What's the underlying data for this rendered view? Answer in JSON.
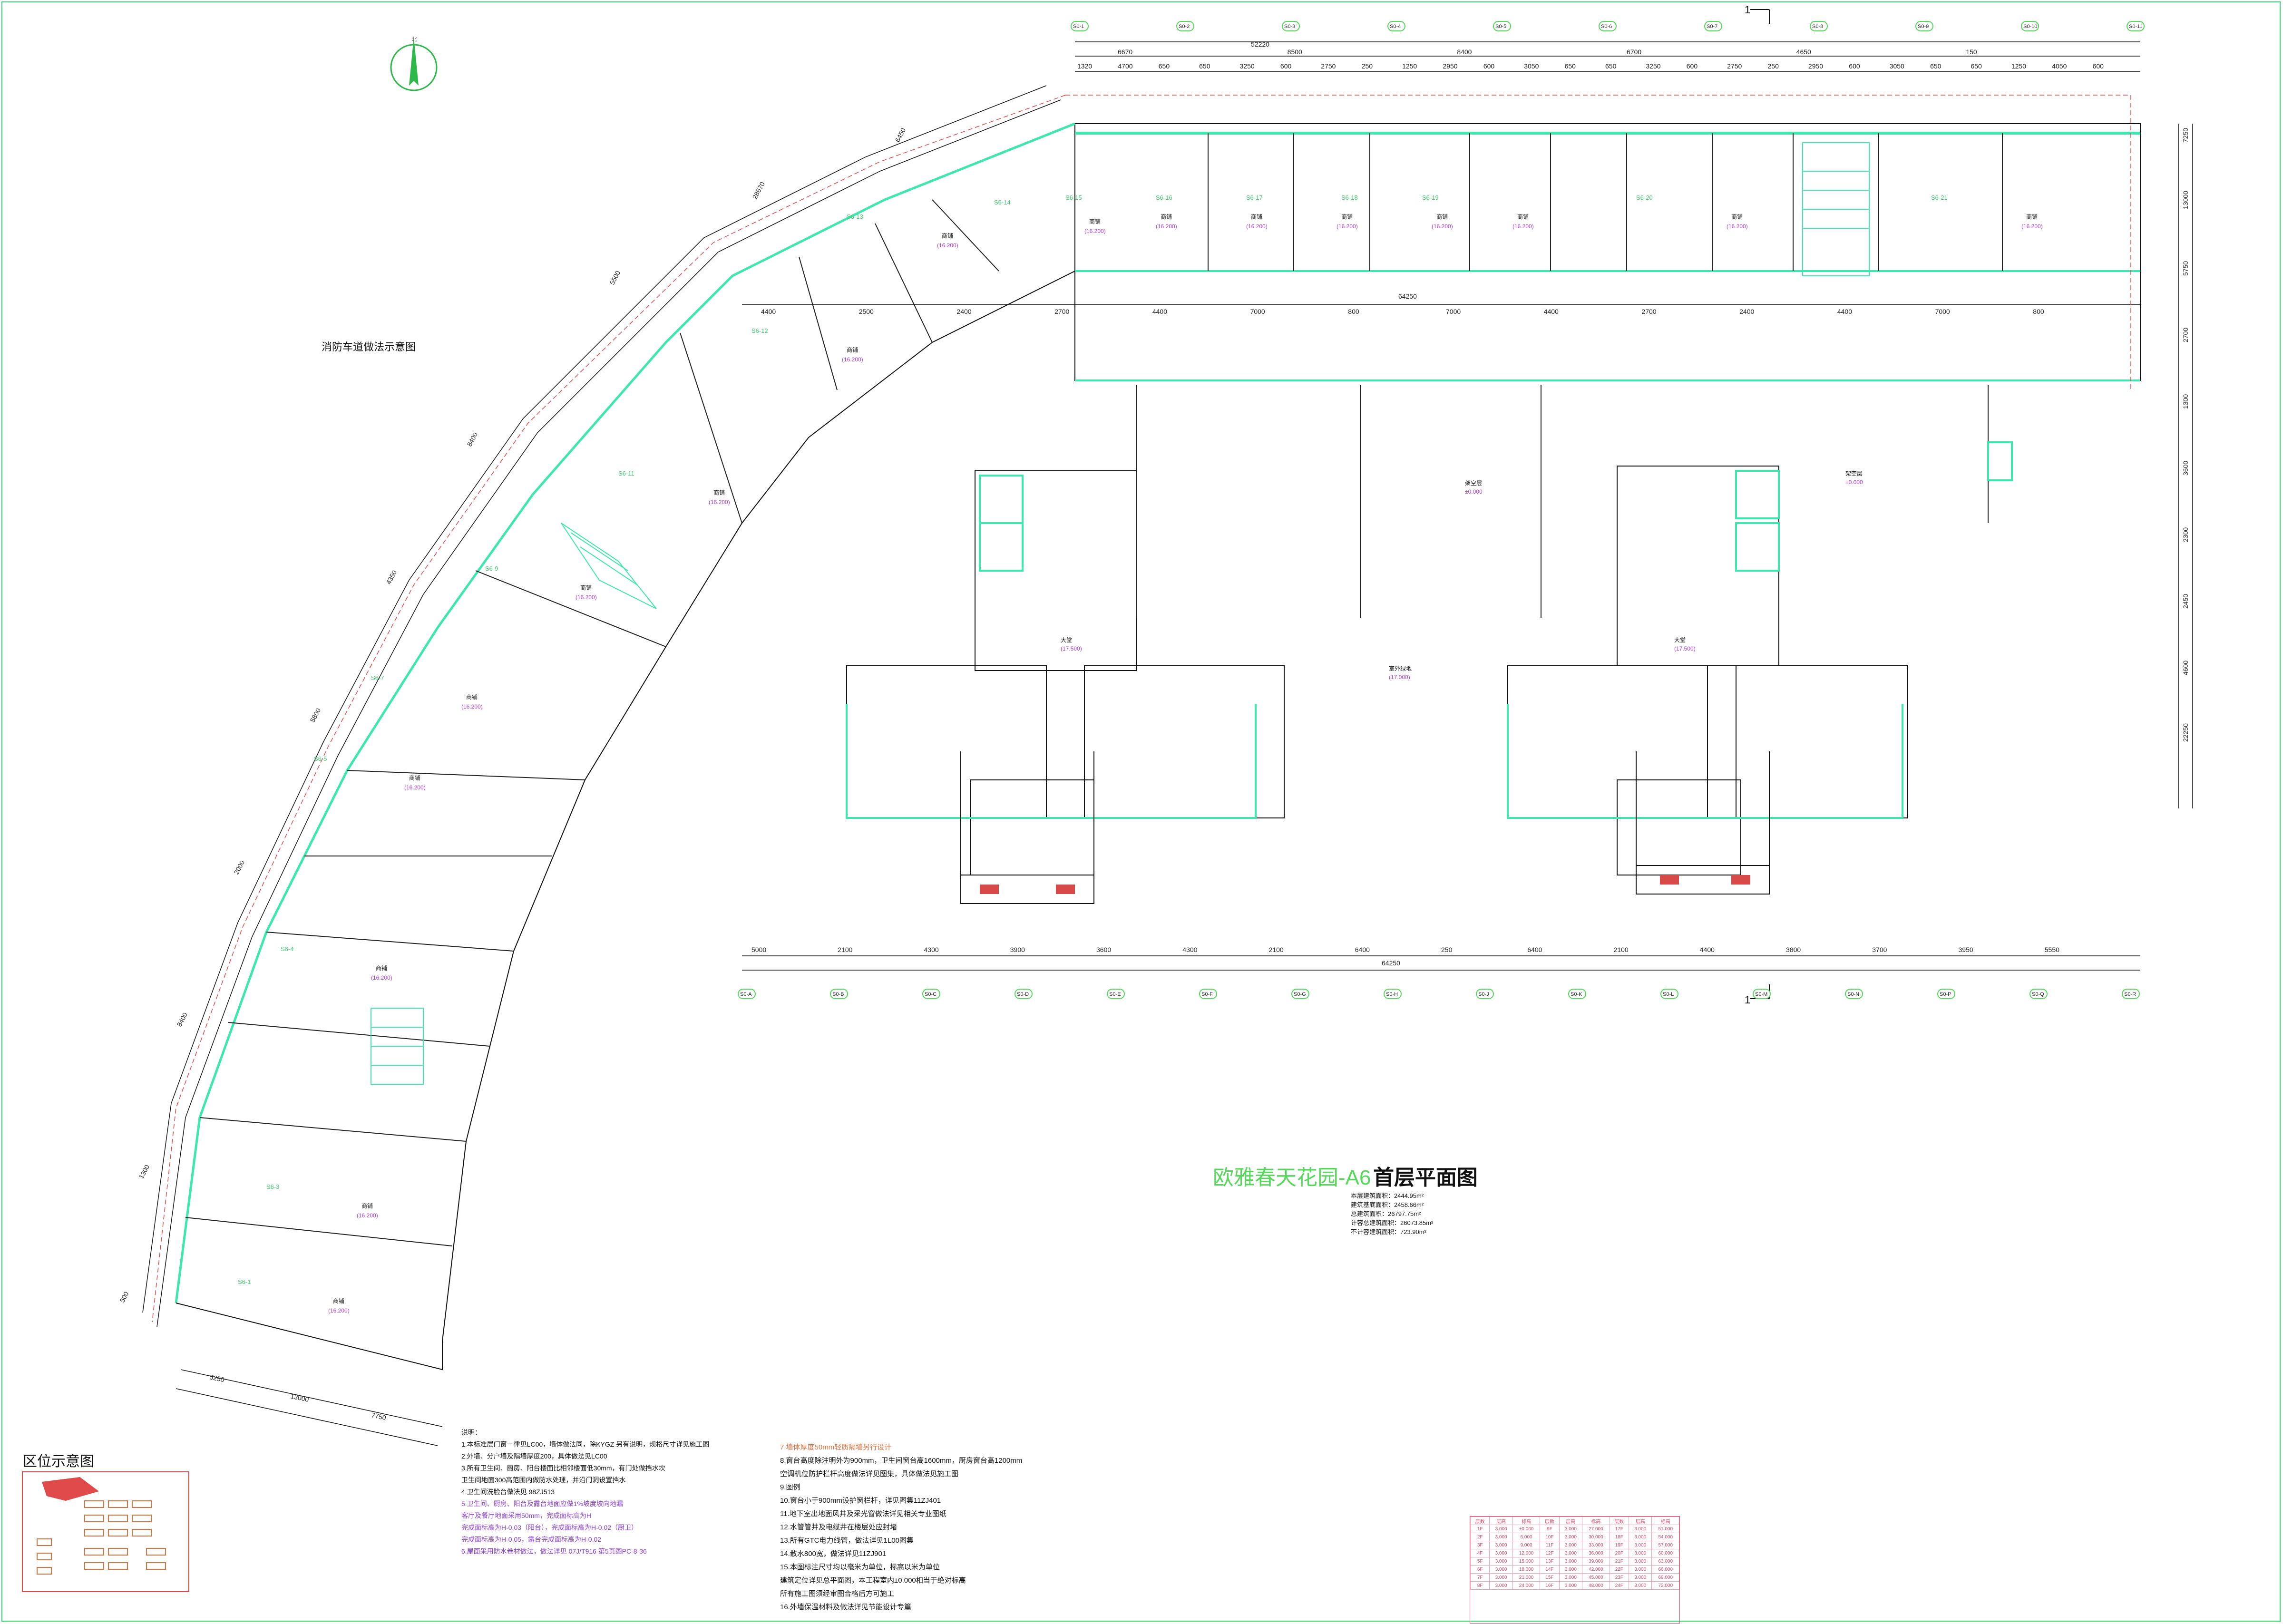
{
  "title": {
    "project": "欧雅春天花园-A6",
    "drawing": "首层平面图"
  },
  "stats": [
    "本层建筑面积：2444.95m²",
    "建筑基底面积：2458.66m²",
    "总建筑面积：26797.75m²",
    "计容总建筑面积：26073.85m²",
    "不计容建筑面积：723.90m²"
  ],
  "labels": {
    "fire_lane": "消防车道做法示意图",
    "region_map": "区位示意图",
    "north": "北",
    "section_top": "1",
    "section_bottom": "1"
  },
  "dimensions": {
    "top_total": "52220",
    "top_row": [
      "1320",
      "4700",
      "650",
      "650",
      "3250",
      "600",
      "2750",
      "250",
      "1250",
      "2950",
      "600",
      "3050",
      "650",
      "650",
      "3250",
      "600",
      "2750",
      "250",
      "2950",
      "600",
      "3050",
      "650",
      "650",
      "1250",
      "4050",
      "600"
    ],
    "top_row_upper": [
      "6670",
      "8500",
      "8400",
      "6700",
      "4650",
      "150"
    ],
    "bottom_total": "64250",
    "bottom_row": [
      "5000",
      "2100",
      "4300",
      "3900",
      "3600",
      "4300",
      "2100",
      "6400",
      "250",
      "6400",
      "2100",
      "4400",
      "3800",
      "3700",
      "3950",
      "5550"
    ],
    "mid_row": [
      "4400",
      "2500",
      "2400",
      "2700",
      "4400",
      "7000",
      "800",
      "7000",
      "4400",
      "2700",
      "2400",
      "4400",
      "7000",
      "800"
    ],
    "mid_total": "64250",
    "right_col": [
      "7250",
      "13000",
      "5750",
      "2700",
      "1300",
      "3600",
      "2300",
      "2450",
      "4600",
      "22250"
    ],
    "left_col": [
      "6450",
      "28670",
      "5500",
      "8400",
      "4350",
      "5800",
      "2000",
      "8400",
      "1300",
      "500"
    ],
    "bottom_left": [
      "5250",
      "13000",
      "7750"
    ]
  },
  "axis_labels_top": [
    "S0-1",
    "S0-2",
    "S0-3",
    "S0-4",
    "S0-5",
    "S0-6",
    "S0-7",
    "S0-8",
    "S0-9",
    "S0-10",
    "S0-11"
  ],
  "axis_labels_bottom": [
    "S0-A",
    "S0-B",
    "S0-C",
    "S0-D",
    "S0-E",
    "S0-F",
    "S0-G",
    "S0-H",
    "S0-J",
    "S0-K",
    "S0-L",
    "S0-M",
    "S0-N",
    "S0-P",
    "S0-Q",
    "S0-R"
  ],
  "rooms": [
    {
      "id": "S6-1",
      "name": "商铺",
      "level": "(16.200)"
    },
    {
      "id": "S6-3",
      "name": "商铺",
      "level": "(16.200)"
    },
    {
      "id": "S6-4",
      "name": "商铺",
      "level": "(16.200)"
    },
    {
      "id": "S6-5",
      "name": "商铺",
      "level": "(16.200)"
    },
    {
      "id": "S6-7",
      "name": "商铺",
      "level": "(16.200)"
    },
    {
      "id": "S6-9",
      "name": "商铺",
      "level": "(16.200)"
    },
    {
      "id": "S6-11",
      "name": "商铺",
      "level": "(16.200)"
    },
    {
      "id": "S6-12",
      "name": "商铺",
      "level": "(16.200)"
    },
    {
      "id": "S6-13",
      "name": "商铺",
      "level": "(16.200)"
    },
    {
      "id": "S6-14",
      "name": "商铺",
      "level": "(16.200)"
    },
    {
      "id": "S6-15",
      "name": "商铺",
      "level": "(16.200)"
    },
    {
      "id": "S6-16",
      "name": "商铺",
      "level": "(16.200)"
    },
    {
      "id": "S6-17",
      "name": "商铺",
      "level": "(16.200)"
    },
    {
      "id": "S6-18",
      "name": "商铺",
      "level": "(16.200)"
    },
    {
      "id": "S6-19",
      "name": "商铺",
      "level": "(16.200)"
    },
    {
      "id": "S6-20",
      "name": "商铺",
      "level": "(16.200)"
    },
    {
      "id": "S6-21",
      "name": "商铺",
      "level": "(16.200)"
    }
  ],
  "open_spaces": [
    {
      "name": "架空层",
      "level": "±0.000"
    },
    {
      "name": "架空层",
      "level": "±0.000"
    },
    {
      "name": "室外绿地",
      "level": "(17.000)"
    },
    {
      "name": "大堂",
      "level": "(17.500)"
    },
    {
      "name": "大堂",
      "level": "(17.500)"
    }
  ],
  "notes_left": [
    "说明：",
    "1.本标准层门窗一律见LC00，墙体做法同，除KYGZ 另有说明，规格尺寸详见施工图",
    "2.外墙、分户墙及隔墙厚度200，具体做法见LC00",
    "3.所有卫生间、厨房、阳台楼面比相邻楼面低30mm，有门处做挡水坎",
    "  卫生间地面300高范围内做防水处理，并沿门洞设置挡水",
    "4.卫生间洗脸台做法见       98ZJ513",
    "5.卫生间、厨房、阳台及露台地面应做1%坡度坡向地漏",
    "  客厅及餐厅地面采用50mm，完成面标高为H",
    "  完成面标高为H-0.03（阳台），完成面标高为H-0.02（厨卫）",
    "  完成面标高为H-0.05，露台完成面标高为H-0.02",
    "6.屋面采用防水卷材做法，做法详见  07J/T916 第5页图PC-8-36"
  ],
  "notes_right": [
    "7.墙体厚度50mm轻质隔墙另行设计",
    "8.窗台高度除注明外为900mm，卫生间窗台高1600mm，厨房窗台高1200mm",
    "  空调机位防护栏杆高度做法详见图集，具体做法见施工图",
    "9.图例",
    "10.窗台小于900mm设护窗栏杆，详见图集11ZJ401",
    "11.地下室出地面风井及采光窗做法详见相关专业图纸",
    "12.水管管井及电缆井在楼层处应封堵",
    "13.所有GTC电力线管，做法详见1L00图集",
    "14.散水800宽，做法详见11ZJ901",
    "15.本图标注尺寸均以毫米为单位，标高以米为单位",
    "  建筑定位详见总平面图，本工程室内±0.000相当于绝对标高",
    "  所有施工图须经审图合格后方可施工",
    "16.外墙保温材料及做法详见节能设计专篇"
  ],
  "level_table": {
    "headers": [
      "层数",
      "层高",
      "标高",
      "层数",
      "层高",
      "标高",
      "层数",
      "层高",
      "标高"
    ],
    "rows": [
      [
        "1F",
        "3.000",
        "±0.000",
        "9F",
        "3.000",
        "27.000",
        "17F",
        "3.000",
        "51.000"
      ],
      [
        "2F",
        "3.000",
        "6.000",
        "10F",
        "3.000",
        "30.000",
        "18F",
        "3.000",
        "54.000"
      ],
      [
        "3F",
        "3.000",
        "9.000",
        "11F",
        "3.000",
        "33.000",
        "19F",
        "3.000",
        "57.000"
      ],
      [
        "4F",
        "3.000",
        "12.000",
        "12F",
        "3.000",
        "36.000",
        "20F",
        "3.000",
        "60.000"
      ],
      [
        "5F",
        "3.000",
        "15.000",
        "13F",
        "3.000",
        "39.000",
        "21F",
        "3.000",
        "63.000"
      ],
      [
        "6F",
        "3.000",
        "18.000",
        "14F",
        "3.000",
        "42.000",
        "22F",
        "3.000",
        "66.000"
      ],
      [
        "7F",
        "3.000",
        "21.000",
        "15F",
        "3.000",
        "45.000",
        "23F",
        "3.000",
        "69.000"
      ],
      [
        "8F",
        "3.000",
        "24.000",
        "16F",
        "3.000",
        "48.000",
        "24F",
        "3.000",
        "72.000"
      ]
    ]
  },
  "colors": {
    "wall": "#3ee6b0",
    "column": "#39e6b6",
    "dim_line": "#111111",
    "axis_bubble": "#55d85a",
    "room_label": "#3ccf6e",
    "level": "#b03cd8",
    "boundary": "#e04a4a",
    "frame": "#39d874"
  }
}
